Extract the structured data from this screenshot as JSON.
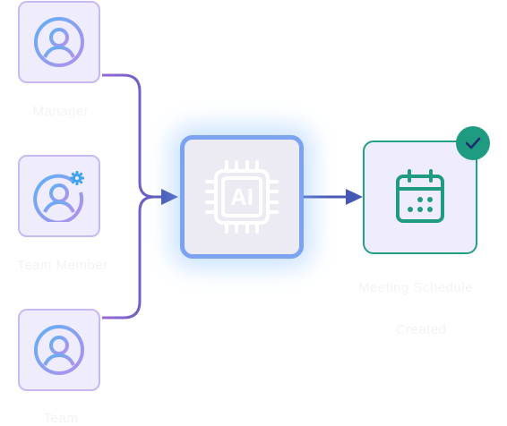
{
  "diagram": {
    "inputs": [
      {
        "label": "Manager",
        "icon": "user-icon"
      },
      {
        "label": "Team Member",
        "icon": "user-settings-icon"
      },
      {
        "label": "Team",
        "icon": "user-icon"
      }
    ],
    "processor": {
      "label": "AI",
      "icon": "ai-chip-icon"
    },
    "output": {
      "label_line1": "Meeting Schedule",
      "label_line2": "Created",
      "icon": "calendar-icon",
      "badge": "check-icon"
    }
  },
  "colors": {
    "connector": "#8b6ad8",
    "arrow": "#4457b3",
    "card_fill": "#efecfd",
    "card_border": "#c8b9f6",
    "ai_border": "#7ba3f2",
    "output_accent": "#1e9b80"
  }
}
